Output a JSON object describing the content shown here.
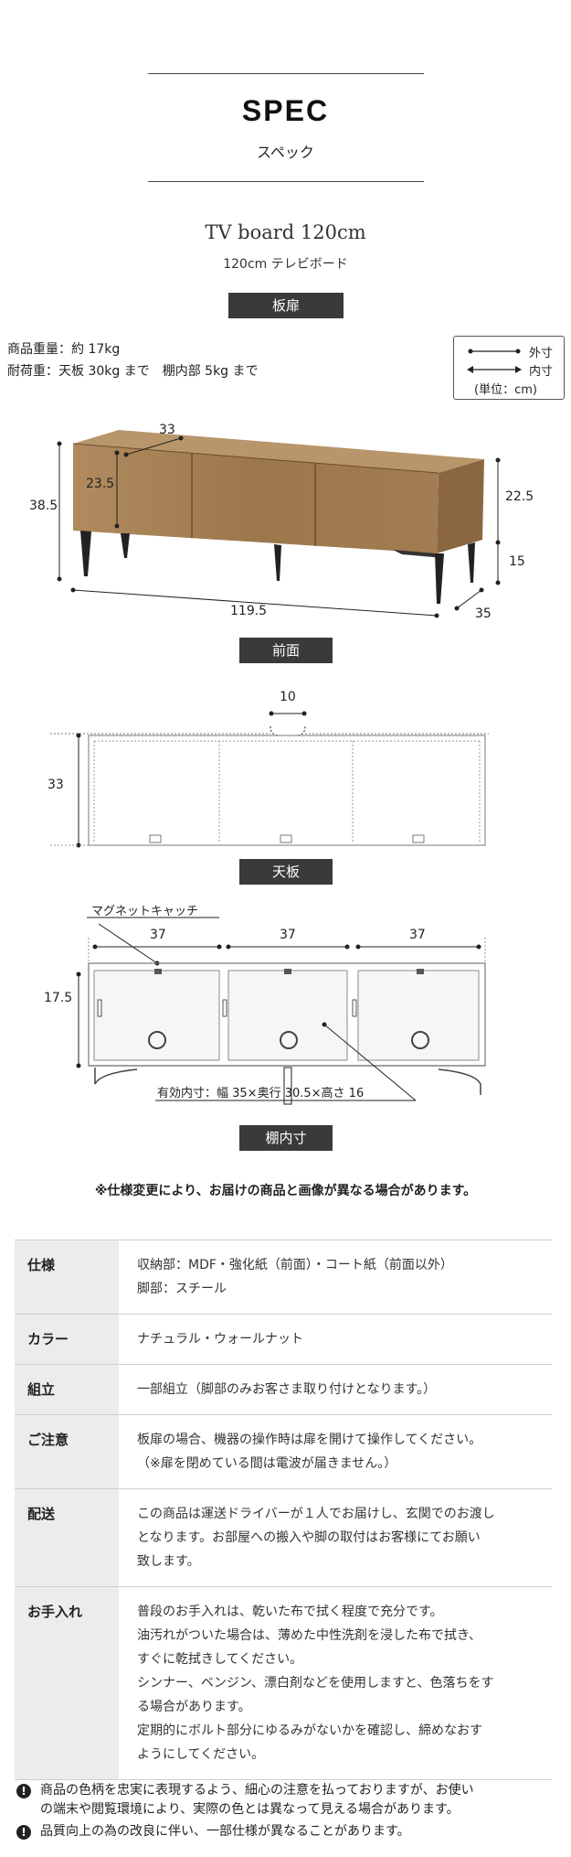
{
  "header": {
    "title": "SPEC",
    "subtitle": "スペック"
  },
  "product": {
    "title": "TV board 120cm",
    "subtitle": "120cm テレビボード"
  },
  "tags": {
    "type": "板扉",
    "front": "前面",
    "top": "天板",
    "shelf": "棚内寸"
  },
  "info": {
    "weight": "商品重量：約 17kg",
    "load": "耐荷重：天板 30kg まで　棚内部 5kg まで"
  },
  "legend": {
    "outer": "外寸",
    "inner": "内寸",
    "unit": "(単位：cm)"
  },
  "front_dims": {
    "depth_top": "33",
    "height_total": "38.5",
    "door_height": "23.5",
    "cabinet_height": "22.5",
    "leg_height": "15",
    "width": "119.5",
    "depth": "35"
  },
  "top_dims": {
    "cutout": "10",
    "depth": "33"
  },
  "shelf_dims": {
    "catch_label": "マグネットキャッチ",
    "w1": "37",
    "w2": "37",
    "w3": "37",
    "height": "17.5",
    "effective": "有効内寸：幅 35×奥行 30.5×高さ 16"
  },
  "notice": "※仕様変更により、お届けの商品と画像が異なる場合があります。",
  "spec_table": [
    {
      "label": "仕様",
      "lines": [
        "収納部：MDF・強化紙（前面）・コート紙（前面以外）",
        "脚部：スチール"
      ]
    },
    {
      "label": "カラー",
      "lines": [
        "ナチュラル・ウォールナット"
      ]
    },
    {
      "label": "組立",
      "lines": [
        "一部組立（脚部のみお客さま取り付けとなります。）"
      ]
    },
    {
      "label": "ご注意",
      "lines": [
        "板扉の場合、機器の操作時は扉を開けて操作してください。",
        "（※扉を閉めている間は電波が届きません。）"
      ]
    },
    {
      "label": "配送",
      "lines": [
        "この商品は運送ドライバーが１人でお届けし、玄関でのお渡し",
        "となります。お部屋への搬入や脚の取付はお客様にてお願い",
        "致します。"
      ]
    },
    {
      "label": "お手入れ",
      "lines": [
        "普段のお手入れは、乾いた布で拭く程度で充分です。",
        "油汚れがついた場合は、薄めた中性洗剤を浸した布で拭き、",
        "すぐに乾拭きしてください。",
        "シンナー、ベンジン、漂白剤などを使用しますと、色落ちをす",
        "る場合があります。",
        "定期的にボルト部分にゆるみがないかを確認し、締めなおす",
        "ようにしてください。"
      ]
    }
  ],
  "footnotes": [
    "商品の色柄を忠実に表現するよう、細心の注意を払っておりますが、お使い",
    "の端末や閲覧環境により、実際の色とは異なって見える場合があります。",
    "品質向上の為の改良に伴い、一部仕様が異なることがあります。"
  ],
  "colors": {
    "wood_light": "#a9845a",
    "wood_dark": "#7d5a36",
    "tag_bg": "#3a3a3a",
    "table_header": "#ececec"
  }
}
